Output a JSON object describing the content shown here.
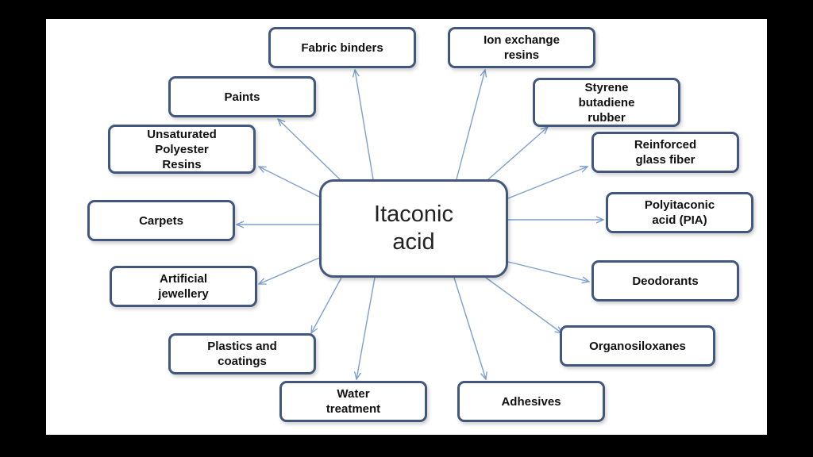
{
  "center": {
    "label": "Itaconic\nacid"
  },
  "applications": [
    {
      "id": "fabric-binders",
      "label": "Fabric binders"
    },
    {
      "id": "ion-exchange-resins",
      "label": "Ion exchange\nresins"
    },
    {
      "id": "paints",
      "label": "Paints"
    },
    {
      "id": "styrene-butadiene-rubber",
      "label": "Styrene\nbutadiene\nrubber"
    },
    {
      "id": "unsaturated-polyester-resins",
      "label": "Unsaturated\nPolyester\nResins"
    },
    {
      "id": "reinforced-glass-fiber",
      "label": "Reinforced\nglass fiber"
    },
    {
      "id": "carpets",
      "label": "Carpets"
    },
    {
      "id": "polyitaconic-acid",
      "label": "Polyitaconic\nacid (PIA)"
    },
    {
      "id": "artificial-jewellery",
      "label": "Artificial\njewellery"
    },
    {
      "id": "deodorants",
      "label": "Deodorants"
    },
    {
      "id": "plastics-and-coatings",
      "label": "Plastics and\ncoatings"
    },
    {
      "id": "organosiloxanes",
      "label": "Organosiloxanes"
    },
    {
      "id": "water-treatment",
      "label": "Water\ntreatment"
    },
    {
      "id": "adhesives",
      "label": "Adhesives"
    }
  ],
  "colors": {
    "border": "#41577d",
    "arrow": "#7f9fcf",
    "frame": "#000000"
  }
}
